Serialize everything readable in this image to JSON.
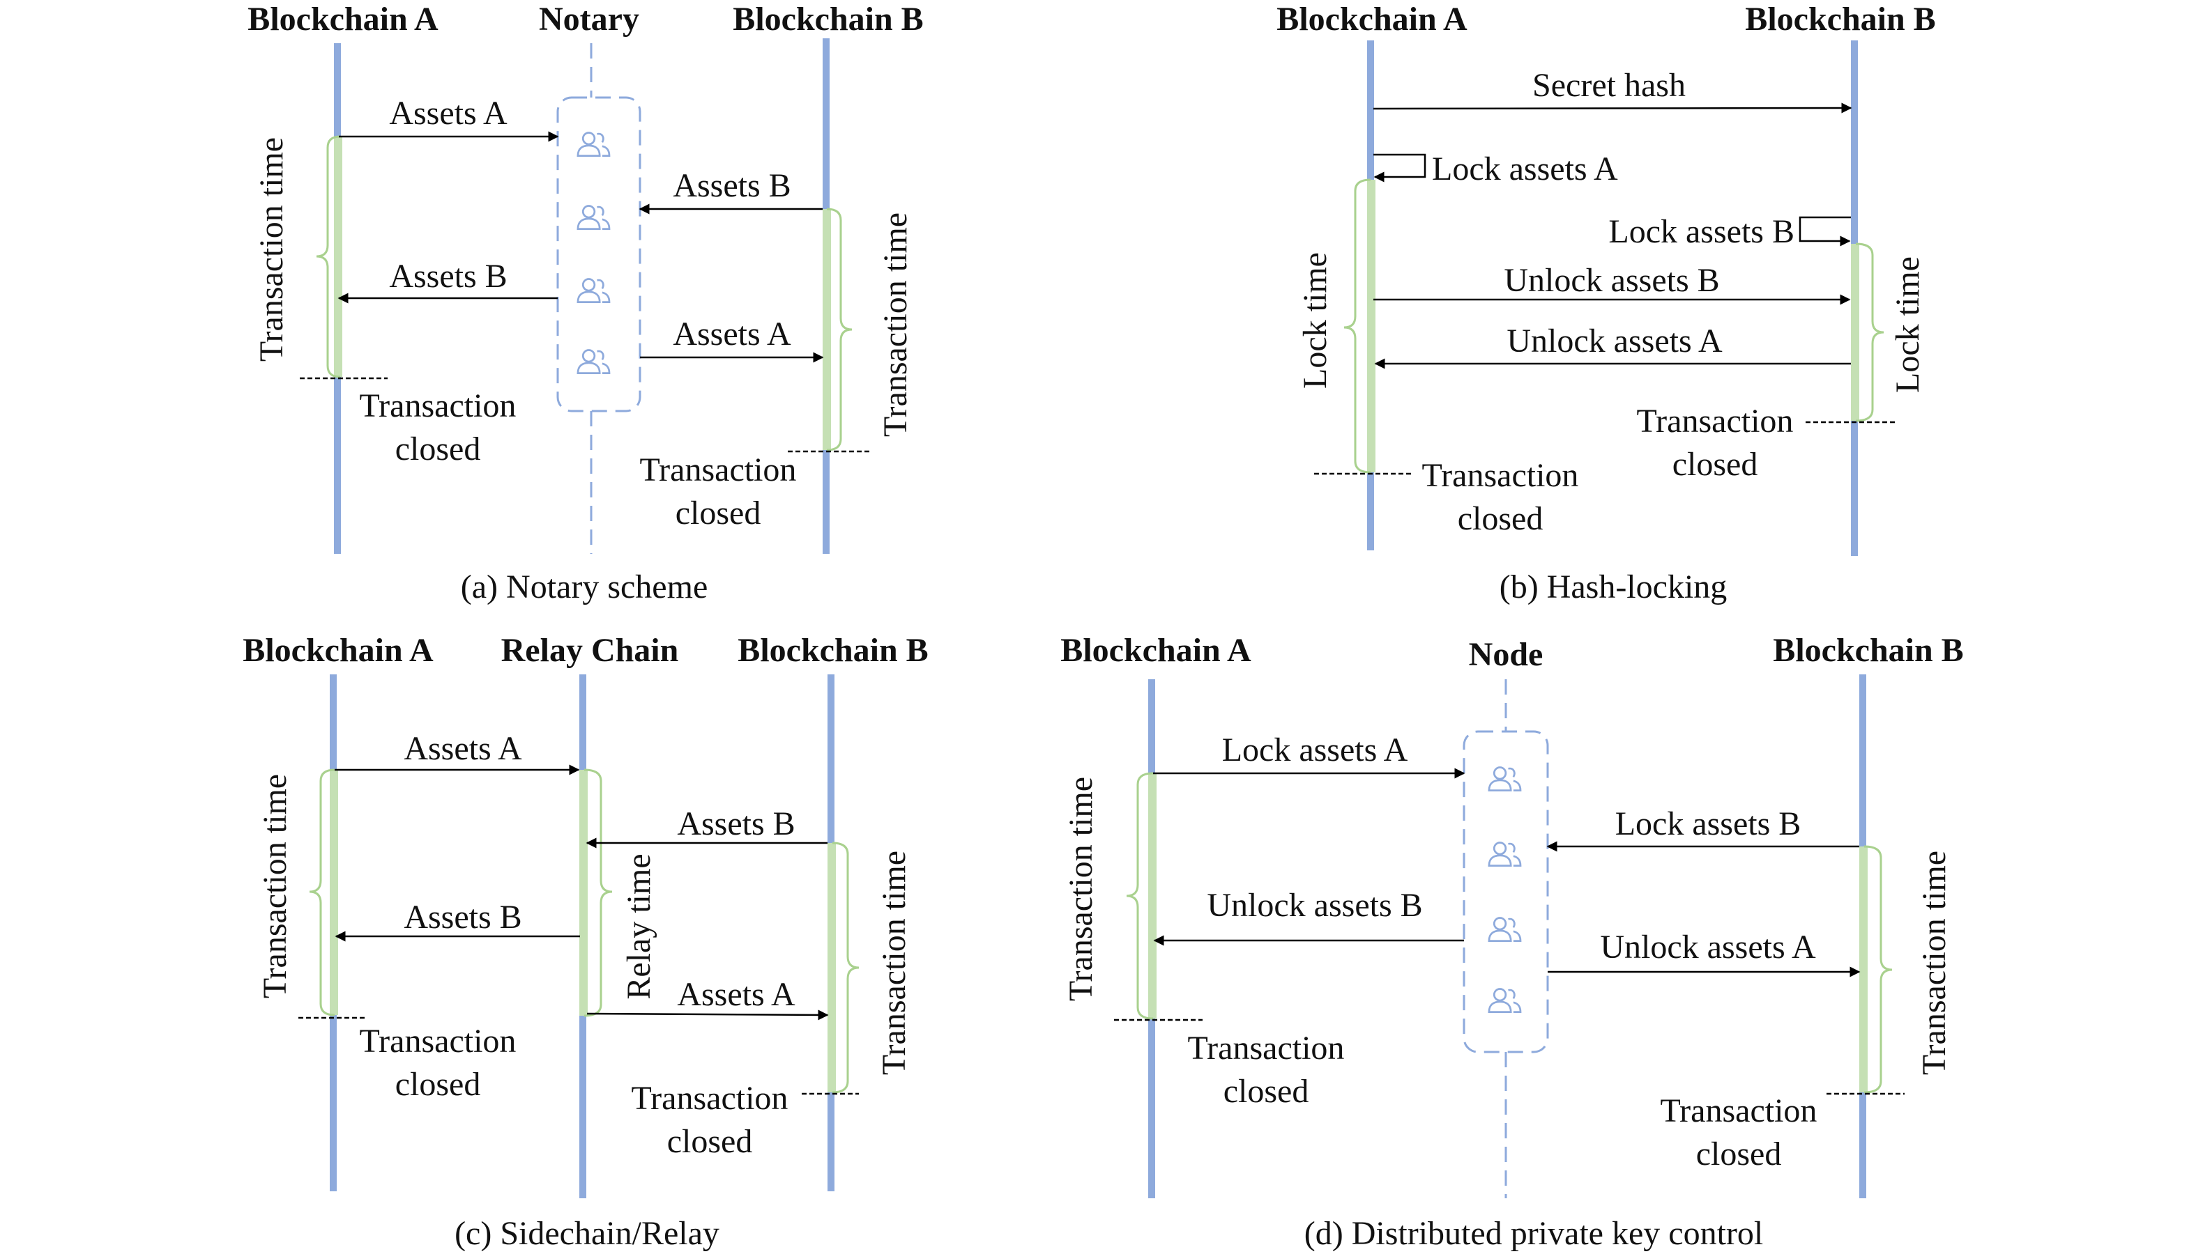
{
  "colors": {
    "chain": "#8eaadc",
    "period": "#c5e0b4",
    "brace": "#a9d18e",
    "dashed_box": "#8eaadc",
    "arrow": "#000000"
  },
  "panel_a": {
    "caption": "(a) Notary scheme",
    "chain_a": "Blockchain A",
    "mid": "Notary",
    "chain_b": "Blockchain B",
    "msg1": "Assets A",
    "msg2": "Assets B",
    "msg3": "Assets B",
    "msg4": "Assets A",
    "time_a": "Transaction time",
    "time_b": "Transaction time",
    "closed_a": [
      "Transaction",
      "closed"
    ],
    "closed_b": [
      "Transaction",
      "closed"
    ],
    "node_icon": "people-icon"
  },
  "panel_b": {
    "caption": "(b) Hash-locking",
    "chain_a": "Blockchain A",
    "chain_b": "Blockchain B",
    "msg1": "Secret hash",
    "msg2": "Lock assets A",
    "msg3": "Lock assets B",
    "msg4": "Unlock assets B",
    "msg5": "Unlock assets A",
    "time_a": "Lock time",
    "time_b": "Lock time",
    "closed_a": [
      "Transaction",
      "closed"
    ],
    "closed_b": [
      "Transaction",
      "closed"
    ]
  },
  "panel_c": {
    "caption": "(c) Sidechain/Relay",
    "chain_a": "Blockchain A",
    "mid": "Relay Chain",
    "chain_b": "Blockchain B",
    "msg1": "Assets A",
    "msg2": "Assets B",
    "msg3": "Assets B",
    "msg4": "Assets A",
    "time_a": "Transaction time",
    "time_mid": "Relay time",
    "time_b": "Transaction time",
    "closed_a": [
      "Transaction",
      "closed"
    ],
    "closed_b": [
      "Transaction",
      "closed"
    ]
  },
  "panel_d": {
    "caption": "(d) Distributed private key control",
    "chain_a": "Blockchain A",
    "mid": "Node",
    "chain_b": "Blockchain B",
    "msg1": "Lock assets A",
    "msg2": "Lock assets B",
    "msg3": "Unlock assets B",
    "msg4": "Unlock assets A",
    "time_a": "Transaction time",
    "time_b": "Transaction time",
    "closed_a": [
      "Transaction",
      "closed"
    ],
    "closed_b": [
      "Transaction",
      "closed"
    ],
    "node_icon": "people-icon"
  }
}
